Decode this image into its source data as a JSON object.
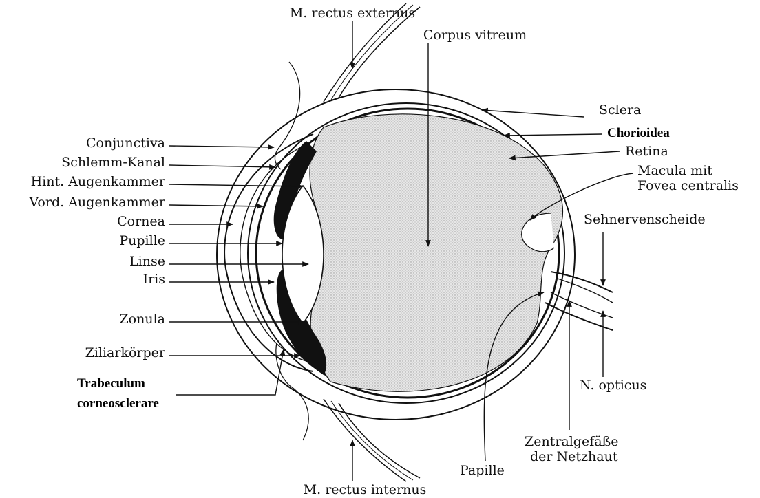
{
  "labels": {
    "m_rectus_externus": "M. rectus externus",
    "corpus_vitreum": "Corpus vitreum",
    "sclera": "Sclera",
    "chorioidea": "Chorioidea",
    "retina": "Retina",
    "macula_line1": "Macula mit",
    "macula_line2": "Fovea centralis",
    "sehnervenscheide": "Sehnervenscheide",
    "n_opticus": "N. opticus",
    "zentral_line1": "Zentralgefäße",
    "zentral_line2": "der Netzhaut",
    "papille": "Papille",
    "m_rectus_internus": "M. rectus internus",
    "conjunctiva": "Conjunctiva",
    "schlemm_kanal": "Schlemm-Kanal",
    "hint_augenkammer": "Hint. Augenkammer",
    "vord_augenkammer": "Vord. Augenkammer",
    "cornea": "Cornea",
    "pupille": "Pupille",
    "linse": "Linse",
    "iris": "Iris",
    "zonula": "Zonula",
    "ziliarkoerper": "Ziliarkörper",
    "trabeculum_line1": "Trabeculum",
    "trabeculum_line2": "corneosclerare"
  }
}
